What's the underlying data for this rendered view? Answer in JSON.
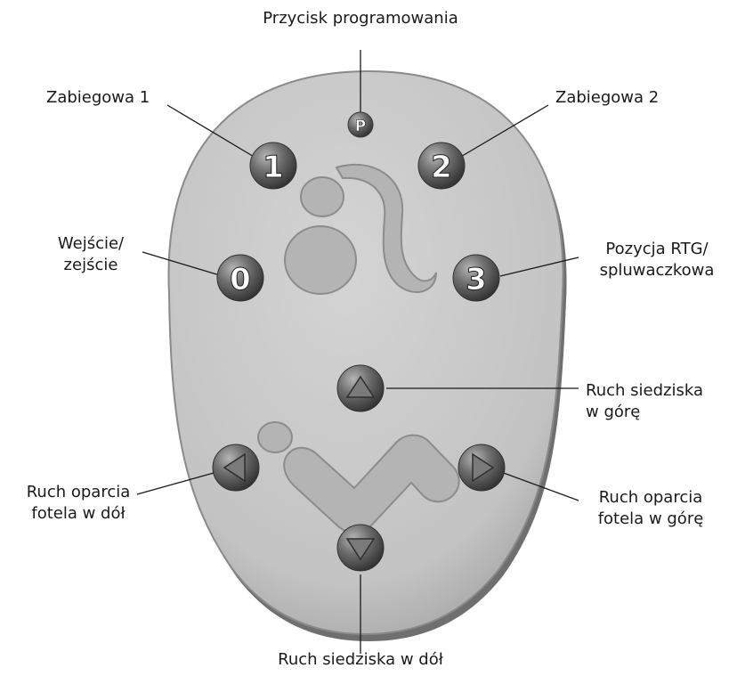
{
  "labels": {
    "program": "Przycisk programowania",
    "preset1": "Zabiegowa 1",
    "preset2": "Zabiegowa 2",
    "entry": [
      "Wejście/",
      "zejście"
    ],
    "rtg": [
      "Pozycja RTG/",
      "spluwaczkowa"
    ],
    "seat_up": [
      "Ruch siedziska",
      "w górę"
    ],
    "back_down": [
      "Ruch oparcia",
      "fotela w dół"
    ],
    "back_up": [
      "Ruch oparcia",
      "fotela w górę"
    ],
    "seat_down": "Ruch siedziska w dół"
  },
  "buttons": {
    "program": "P",
    "preset1": "1",
    "preset2": "2",
    "entry": "0",
    "rtg": "3"
  },
  "colors": {
    "body": "#c8c8c8",
    "body_edge": "#6f6f6f",
    "button": "#6b6b6b",
    "button_text": "#ffffff",
    "leader_line": "#1a1a1a"
  }
}
